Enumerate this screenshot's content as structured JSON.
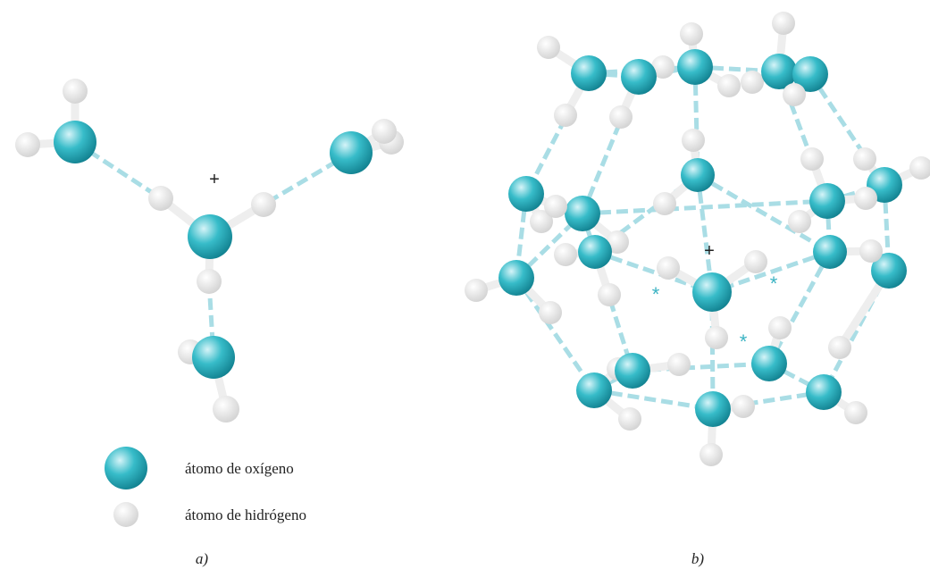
{
  "colors": {
    "oxygen_light": "#d6f4f8",
    "oxygen_mid": "#37bcc9",
    "oxygen_dark": "#0f7d8c",
    "hydrogen_light": "#ffffff",
    "hydrogen_dark": "#d2d2d2",
    "hbond": "#a9dde5",
    "covalent": "#eeeeee",
    "star": "#3bb3c3"
  },
  "legend": {
    "oxygen_label": "átomo de oxígeno",
    "hydrogen_label": "átomo de hidrógeno"
  },
  "panels": {
    "a_label": "a)",
    "b_label": "b)"
  },
  "markers": {
    "plus": "+",
    "star": "*"
  }
}
